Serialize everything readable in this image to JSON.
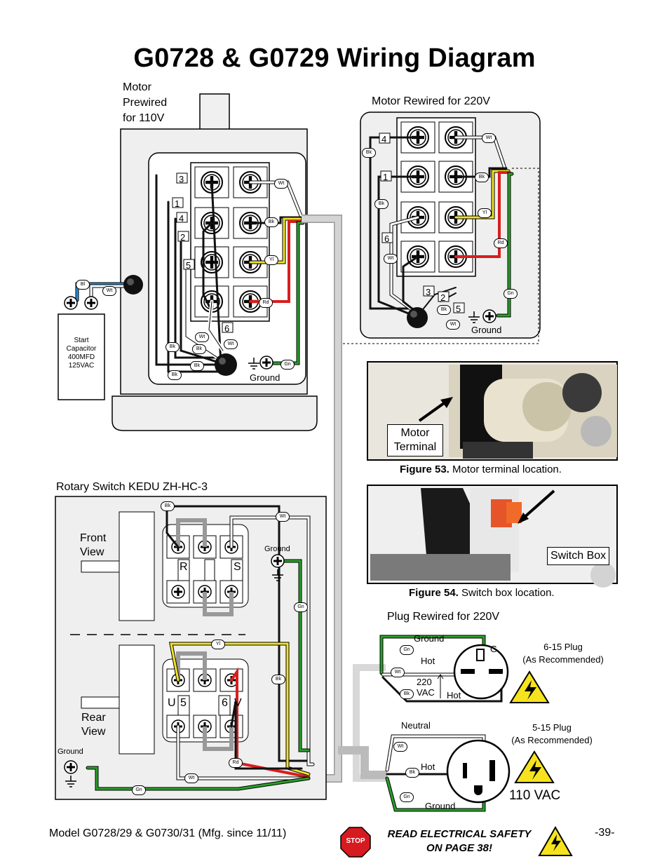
{
  "title": "G0728 & G0729 Wiring Diagram",
  "motor_110v": {
    "heading_lines": [
      "Motor",
      "Prewired",
      "for 110V"
    ],
    "terminal_numbers": [
      "3",
      "1",
      "4",
      "2",
      "5",
      "6"
    ],
    "ground_label": "Ground",
    "capacitor_lines": [
      "Start",
      "Capacitor",
      "400MFD",
      "125VAC"
    ],
    "wire_tags": [
      "Bl",
      "Wt",
      "Wt",
      "Bk",
      "Yl",
      "Rd",
      "Gn",
      "Wt",
      "Wt",
      "Bk",
      "Bk",
      "Bk",
      "Bk"
    ]
  },
  "motor_220v": {
    "heading": "Motor Rewired for 220V",
    "terminal_numbers": [
      "4",
      "1",
      "6",
      "3",
      "2",
      "5"
    ],
    "ground_label": "Ground",
    "wire_tags": [
      "Bk",
      "Wt",
      "Bk",
      "Bk",
      "Yl",
      "Rd",
      "Wt",
      "Gn",
      "Bk",
      "Wt"
    ]
  },
  "rotary_switch": {
    "heading": "Rotary Switch KEDU ZH-HC-3",
    "front_view_lines": [
      "Front",
      "View"
    ],
    "rear_view_lines": [
      "Rear",
      "View"
    ],
    "front_letters": [
      "R",
      "S"
    ],
    "rear_letters": [
      "U",
      "5",
      "6",
      "V"
    ],
    "ground_label_1": "Ground",
    "ground_label_2": "Ground",
    "wire_tags": [
      "Bk",
      "Wt",
      "Gn",
      "Yl",
      "Bk",
      "Rd",
      "Wt",
      "Gn"
    ]
  },
  "figure53": {
    "callout_lines": [
      "Motor",
      "Terminal"
    ],
    "caption_bold": "Figure 53.",
    "caption_text": " Motor terminal location."
  },
  "figure54": {
    "callout": "Switch Box",
    "caption_bold": "Figure 54.",
    "caption_text": " Switch box location."
  },
  "plug_220v": {
    "heading": "Plug Rewired for 220V",
    "ground": "Ground",
    "hot1": "Hot",
    "voltage_lines": [
      "220",
      "VAC"
    ],
    "hot2": "Hot",
    "g_letter": "G",
    "plug_lines": [
      "6-15 Plug",
      "(As Recommended)"
    ],
    "wire_tags": [
      "Gn",
      "Wt",
      "Bk"
    ]
  },
  "plug_110v": {
    "neutral": "Neutral",
    "hot": "Hot",
    "ground": "Ground",
    "plug_lines": [
      "5-15 Plug",
      "(As Recommended)"
    ],
    "voltage": "110 VAC",
    "wire_tags": [
      "Wt",
      "Bk",
      "Gn"
    ]
  },
  "footer": {
    "model": "Model G0728/29 & G0730/31 (Mfg. since 11/11)",
    "stop_sign": "STOP",
    "safety_lines": [
      "READ ELECTRICAL SAFETY",
      "ON PAGE 38!"
    ],
    "page_number": "-39-"
  },
  "colors": {
    "white_wire": "#ffffff",
    "black_wire": "#111111",
    "yellow_wire": "#f2e22a",
    "red_wire": "#d81e1e",
    "green_wire": "#2aa02a",
    "blue_wire": "#2a8fd8",
    "conduit": "#c8c8c8",
    "panel": "#efefef"
  }
}
